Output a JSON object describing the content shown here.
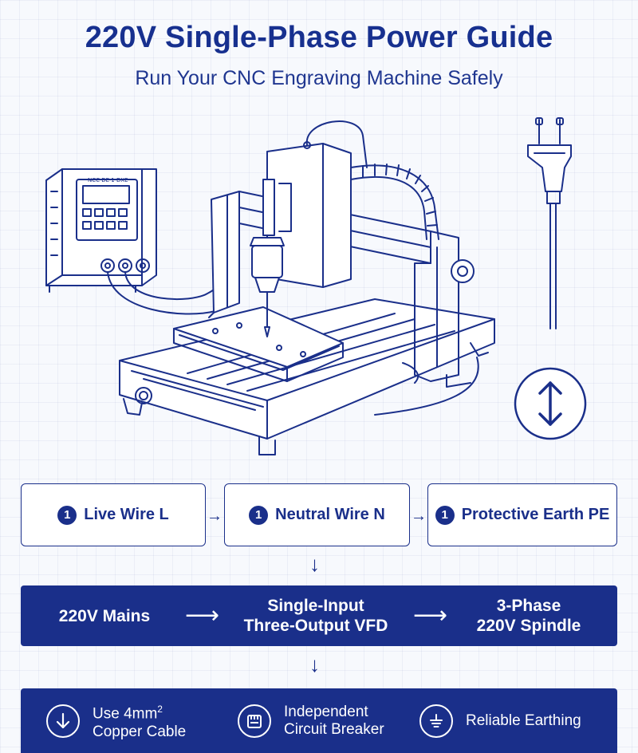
{
  "header": {
    "title": "220V Single-Phase Power Guide",
    "subtitle": "Run Your CNC Engraving Machine Safely"
  },
  "illustration": {
    "controller_display": "NCC DE 1 DXE",
    "icons": [
      "vfd-controller-icon",
      "cnc-engraving-machine-icon",
      "power-plug-icon",
      "up-down-arrow-icon"
    ]
  },
  "wires": [
    {
      "badge": "1",
      "label": "Live Wire L"
    },
    {
      "badge": "1",
      "label": "Neutral Wire N"
    },
    {
      "badge": "1",
      "label": "Protective Earth PE"
    }
  ],
  "flow": [
    {
      "label": "220V Mains"
    },
    {
      "label": "Single-Input\nThree-Output VFD"
    },
    {
      "label": "3-Phase\n220V Spindle"
    }
  ],
  "tips": [
    {
      "icon": "down-arrow-circle-icon",
      "label_main": "Use 4mm",
      "label_sup": "2",
      "label_rest": "Copper Cable"
    },
    {
      "icon": "circuit-breaker-icon",
      "label": "Independent\nCircuit Breaker"
    },
    {
      "icon": "earthing-icon",
      "label": "Reliable Earthing"
    }
  ],
  "colors": {
    "primary": "#1a2f8a",
    "background": "#f7f9fd",
    "band_text": "#ffffff"
  }
}
